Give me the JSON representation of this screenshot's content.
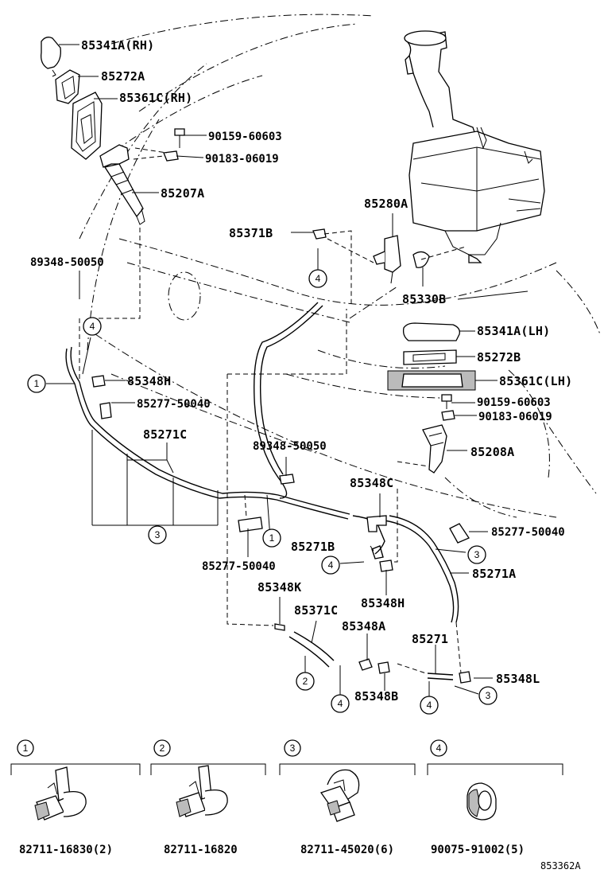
{
  "parts": {
    "p85341A_RH": "85341A(RH)",
    "p85272A": "85272A",
    "p85361C_RH": "85361C(RH)",
    "p90159_top": "90159-60603",
    "p90183_top": "90183-06019",
    "p85207A": "85207A",
    "p85280A": "85280A",
    "p85371B": "85371B",
    "p89348_left": "89348-50050",
    "p85330B": "85330B",
    "p85341A_LH": "85341A(LH)",
    "p85272B": "85272B",
    "p85348H_left": "85348H",
    "p85361C_LH": "85361C(LH)",
    "p85277_left": "85277-50040",
    "p90159_right": "90159-60603",
    "p90183_right": "90183-06019",
    "p85271C": "85271C",
    "p89348_mid": "89348-50050",
    "p85208A": "85208A",
    "p85348C": "85348C",
    "p85277_right": "85277-50040",
    "p85271B": "85271B",
    "p85277_bottom": "85277-50040",
    "p85348K": "85348K",
    "p85348H_mid": "85348H",
    "p85271A": "85271A",
    "p85371C": "85371C",
    "p85348A": "85348A",
    "p85271": "85271",
    "p85348L": "85348L",
    "p85348B": "85348B"
  },
  "callouts": [
    "1",
    "2",
    "3",
    "4"
  ],
  "legend": [
    {
      "number": "1",
      "part": "82711-16830(2)"
    },
    {
      "number": "2",
      "part": "82711-16820"
    },
    {
      "number": "3",
      "part": "82711-45020(6)"
    },
    {
      "number": "4",
      "part": "90075-91002(5)"
    }
  ],
  "figure_id": "853362A"
}
